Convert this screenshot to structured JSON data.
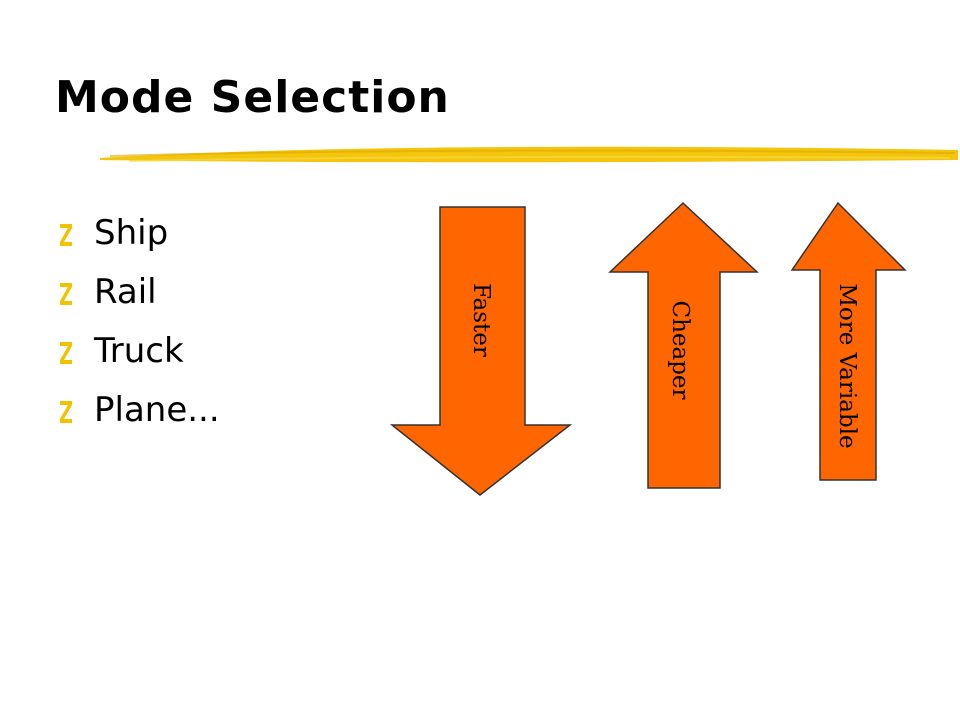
{
  "slide": {
    "title": "Mode Selection",
    "bullets": [
      {
        "label": "Ship"
      },
      {
        "label": "Rail"
      },
      {
        "label": "Truck"
      },
      {
        "label": "Plane..."
      }
    ],
    "arrows": [
      {
        "label": "Faster",
        "direction": "down"
      },
      {
        "label": "Cheaper",
        "direction": "up"
      },
      {
        "label": "More Variable",
        "direction": "up"
      }
    ]
  },
  "colors": {
    "arrow_fill": "#FF6600",
    "arrow_stroke": "#333333",
    "accent_underline": "#F2C200",
    "bullet_mark": "#F2C200",
    "text": "#000000"
  }
}
